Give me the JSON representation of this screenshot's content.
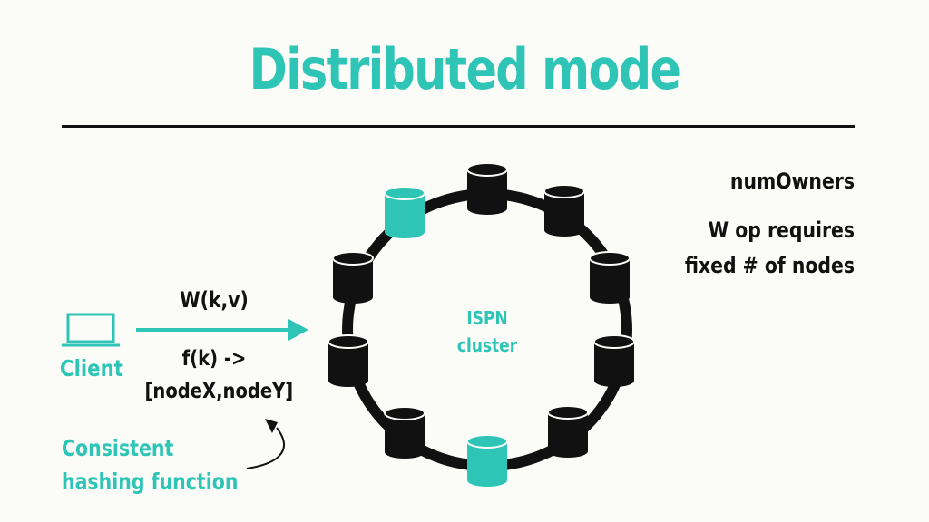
{
  "slide": {
    "title": "Distributed mode",
    "accent_color": "#2ec4b6",
    "dark_color": "#111111"
  },
  "client": {
    "label": "Client",
    "icon": "laptop-icon"
  },
  "write_arrow": {
    "op_label": "W(k,v)",
    "hash_line1": "f(k) ->",
    "hash_line2": "[nodeX,nodeY]"
  },
  "annotation": {
    "line1": "Consistent",
    "line2": "hashing function"
  },
  "cluster": {
    "label_line1": "ISPN",
    "label_line2": "cluster",
    "nodes": [
      {
        "name": "node-top",
        "highlighted": false
      },
      {
        "name": "node-top-right",
        "highlighted": false
      },
      {
        "name": "node-right-upper",
        "highlighted": false
      },
      {
        "name": "node-right-lower",
        "highlighted": false
      },
      {
        "name": "node-bottom-right",
        "highlighted": false
      },
      {
        "name": "node-bottom",
        "highlighted": true
      },
      {
        "name": "node-bottom-left",
        "highlighted": false
      },
      {
        "name": "node-left-lower",
        "highlighted": false
      },
      {
        "name": "node-left-upper",
        "highlighted": false
      },
      {
        "name": "node-top-left",
        "highlighted": true
      }
    ]
  },
  "notes": {
    "num_owners": "numOwners",
    "requires_line1": "W op requires",
    "requires_line2": "fixed # of nodes"
  }
}
